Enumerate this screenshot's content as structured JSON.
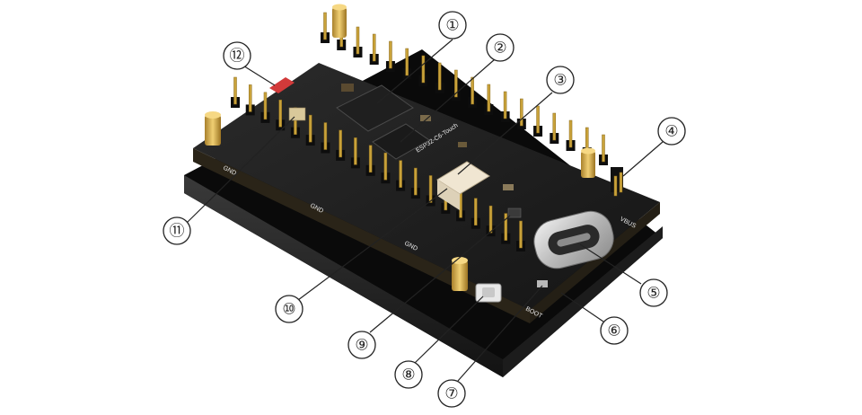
{
  "callouts": [
    "①",
    "②",
    "③",
    "④",
    "⑤",
    "⑥",
    "⑦",
    "⑧",
    "⑨",
    "⑩",
    "⑪",
    "⑫"
  ],
  "board": {
    "silk": [
      "GND",
      "GND",
      "GND",
      "ESP32-C6-Touch",
      "VBUS",
      "BOOT"
    ]
  },
  "colors": {
    "background": "#ffffff",
    "callout_stroke": "#222222",
    "pcb": "#1f1f1f",
    "header_pins": "#c9a23a",
    "enclosure": "#0a0a0a"
  }
}
